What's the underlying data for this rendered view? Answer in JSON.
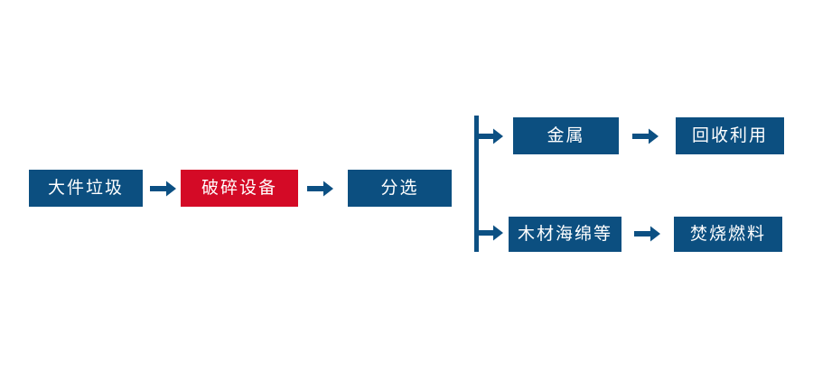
{
  "diagram": {
    "title": "bulky-waste-processing-flow",
    "colors": {
      "primary_blue": "#0c4f80",
      "highlight_red": "#d40a26",
      "arrow_blue": "#0c5083",
      "background": "#ffffff",
      "node_text": "#ffffff"
    },
    "nodes": {
      "input": {
        "label": "大件垃圾",
        "color": "blue"
      },
      "crusher": {
        "label": "破碎设备",
        "color": "red"
      },
      "sorting": {
        "label": "分选",
        "color": "blue"
      },
      "metal": {
        "label": "金属",
        "color": "blue"
      },
      "wood_sponge": {
        "label": "木材海绵等",
        "color": "blue"
      },
      "recycle": {
        "label": "回收利用",
        "color": "blue"
      },
      "incineration_fuel": {
        "label": "焚烧燃料",
        "color": "blue"
      }
    },
    "connectors": {
      "input_to_crusher": "arrow-right-icon",
      "crusher_to_sorting": "arrow-right-icon",
      "split_bracket": "branch-bracket-icon",
      "branch_to_metal": "arrow-right-icon",
      "branch_to_wood": "arrow-right-icon",
      "metal_to_recycle": "arrow-right-icon",
      "wood_to_fuel": "arrow-right-icon"
    }
  }
}
